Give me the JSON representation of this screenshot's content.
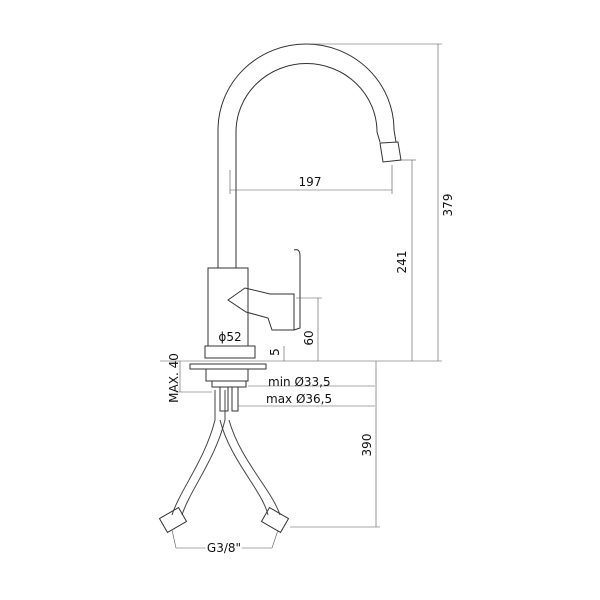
{
  "dimensions": {
    "total_height": "379",
    "spout_height": "241",
    "spout_reach": "197",
    "handle_height": "60",
    "base_height": "5",
    "body_diameter": "ϕ52",
    "max_deck_thickness": "MAX. 40",
    "hole_min": "min Ø33,5",
    "hole_max": "max Ø36,5",
    "hose_length": "390",
    "connection": "G3/8\""
  }
}
